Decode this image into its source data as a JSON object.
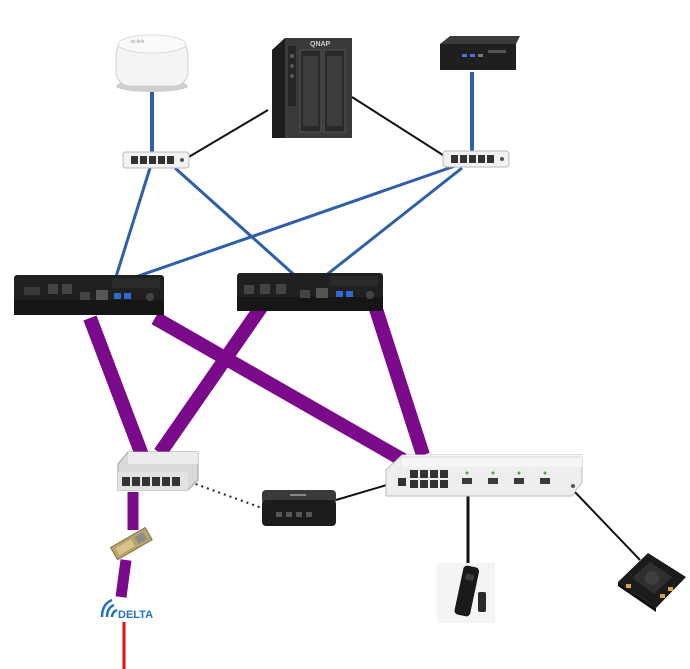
{
  "labels": {
    "isp_brand": "DELTA",
    "nas_brand": "QNAP"
  },
  "colors": {
    "copper_link": "#2f5fa8",
    "fiber_link": "#7b0a8a",
    "mgmt_link": "#111111",
    "wan_link": "#e01010",
    "isp_brand": "#1f72c8",
    "background": "#ffffff"
  },
  "devices": [
    {
      "id": "access-point",
      "kind": "wifi-access-point-icon"
    },
    {
      "id": "nas",
      "kind": "nas-icon"
    },
    {
      "id": "mini-pc",
      "kind": "mini-pc-icon"
    },
    {
      "id": "switch-small-left",
      "kind": "switch-icon"
    },
    {
      "id": "switch-small-right",
      "kind": "switch-icon"
    },
    {
      "id": "server-left",
      "kind": "server-icon"
    },
    {
      "id": "server-right",
      "kind": "server-icon"
    },
    {
      "id": "fiber-switch-small",
      "kind": "switch-icon"
    },
    {
      "id": "router-box",
      "kind": "router-icon"
    },
    {
      "id": "core-switch",
      "kind": "sfp-switch-icon"
    },
    {
      "id": "sfp-module",
      "kind": "sfp-module-icon"
    },
    {
      "id": "isp-logo",
      "kind": "isp-logo"
    },
    {
      "id": "usb-stick",
      "kind": "usb-device-icon"
    },
    {
      "id": "sbc-board",
      "kind": "single-board-computer-icon"
    }
  ],
  "links": [
    {
      "from": "access-point",
      "to": "switch-small-left",
      "type": "copper"
    },
    {
      "from": "mini-pc",
      "to": "switch-small-right",
      "type": "copper"
    },
    {
      "from": "switch-small-left",
      "to": "nas",
      "type": "mgmt"
    },
    {
      "from": "nas",
      "to": "switch-small-right",
      "type": "mgmt"
    },
    {
      "from": "switch-small-left",
      "to": "server-left",
      "type": "copper"
    },
    {
      "from": "switch-small-left",
      "to": "server-right",
      "type": "copper"
    },
    {
      "from": "switch-small-right",
      "to": "server-left",
      "type": "copper"
    },
    {
      "from": "switch-small-right",
      "to": "server-right",
      "type": "copper"
    },
    {
      "from": "server-left",
      "to": "fiber-switch-small",
      "type": "fiber"
    },
    {
      "from": "server-left",
      "to": "core-switch",
      "type": "fiber"
    },
    {
      "from": "server-right",
      "to": "fiber-switch-small",
      "type": "fiber"
    },
    {
      "from": "server-right",
      "to": "core-switch",
      "type": "fiber"
    },
    {
      "from": "fiber-switch-small",
      "to": "router-box",
      "type": "dotted"
    },
    {
      "from": "router-box",
      "to": "core-switch",
      "type": "mgmt"
    },
    {
      "from": "core-switch",
      "to": "usb-stick",
      "type": "mgmt"
    },
    {
      "from": "core-switch",
      "to": "sbc-board",
      "type": "mgmt"
    },
    {
      "from": "fiber-switch-small",
      "to": "sfp-module",
      "type": "fiber"
    },
    {
      "from": "sfp-module",
      "to": "isp-logo",
      "type": "fiber"
    },
    {
      "from": "isp-logo",
      "to": "internet",
      "type": "wan"
    }
  ]
}
